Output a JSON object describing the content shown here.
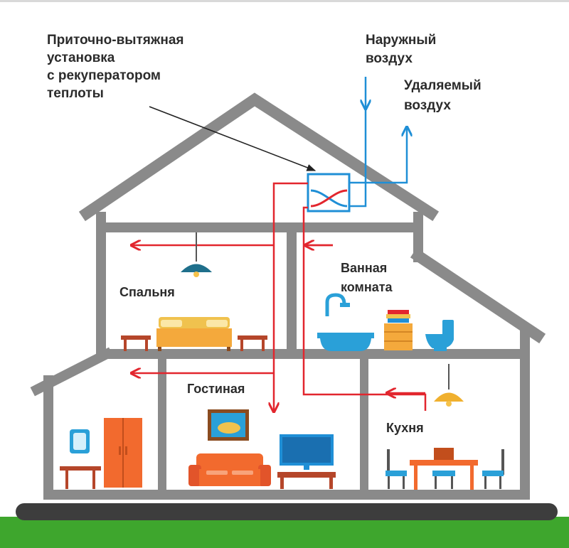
{
  "labels": {
    "unit": [
      "Приточно-вытяжная",
      "установка",
      "с рекуператором",
      "теплоты"
    ],
    "outdoor_air": [
      "Наружный",
      "воздух"
    ],
    "exhaust_air": [
      "Удаляемый",
      "воздух"
    ],
    "bathroom": [
      "Ванная",
      "комната"
    ],
    "bedroom": "Спальня",
    "living_room": "Гостиная",
    "kitchen": "Кухня"
  },
  "colors": {
    "wall": "#8a8a8a",
    "supply_air": "#e2262e",
    "outdoor_air": "#1f8fd6",
    "ground": "#3ea62d",
    "foundation": "#3d3d3d"
  }
}
